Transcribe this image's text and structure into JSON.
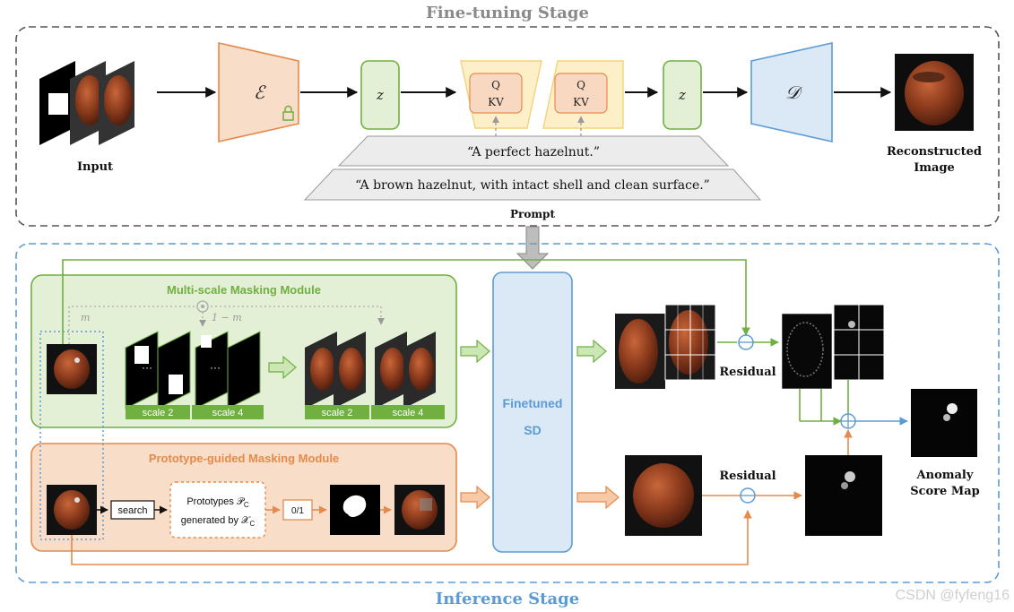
{
  "fine_tuning": {
    "title": "Fine-tuning Stage",
    "input_label": "Input",
    "encoder_symbol": "ℰ",
    "decoder_symbol": "𝒟",
    "latent_symbol": "z",
    "attn_q": "Q",
    "attn_kv": "KV",
    "prompt_line1": "“A perfect hazelnut.”",
    "prompt_line2": "“A brown hazelnut, with intact shell and clean surface.”",
    "prompt_label": "Prompt",
    "output_label_line1": "Reconstructed",
    "output_label_line2": "Image"
  },
  "inference": {
    "title": "Inference Stage",
    "multi_scale_title": "Multi-scale Masking Module",
    "m_label": "m",
    "one_minus_m_label": "1 − m",
    "scale2": "scale 2",
    "scale4": "scale 4",
    "prototype_title": "Prototype-guided Masking Module",
    "search_label": "search",
    "prototypes_line1": "Prototypes 𝒫",
    "prototypes_sub1": "C",
    "prototypes_line2": "generated by 𝒳",
    "prototypes_sub2": "C",
    "binary_label": "0/1",
    "sd_line1": "Finetuned",
    "sd_line2": "SD",
    "residual_top": "Residual",
    "residual_bottom": "Residual",
    "anomaly_line1": "Anomaly",
    "anomaly_line2": "Score Map"
  },
  "watermark": "CSDN @fyfeng16",
  "colors": {
    "green": "#6fb040",
    "green_fill": "#e3f0d6",
    "orange": "#e58a4a",
    "orange_fill": "#f8ddc9",
    "blue": "#5b9bd5",
    "blue_fill": "#dbe8f6",
    "yellow_fill": "#fdf0c8",
    "gray_dash": "#555555",
    "hazelnut": "#8a3a1c"
  }
}
